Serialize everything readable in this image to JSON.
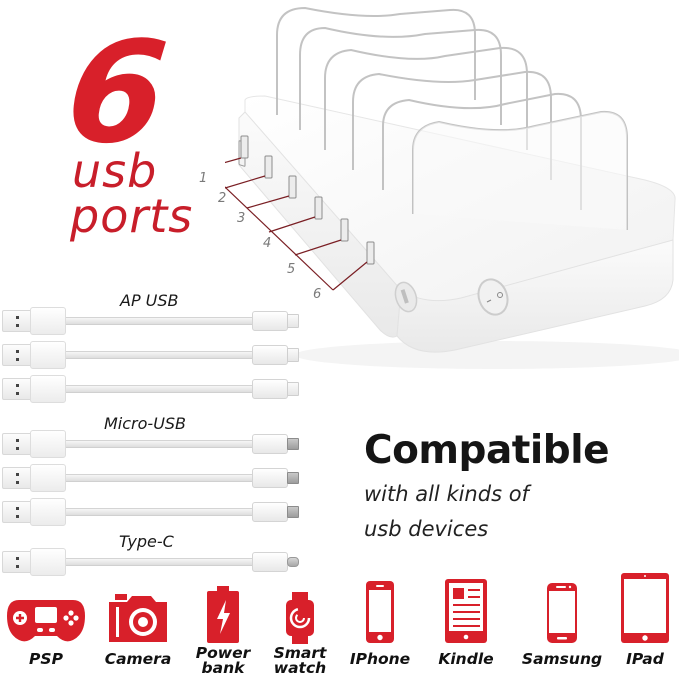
{
  "headline": {
    "number": "6",
    "line1": "usb",
    "line2": "ports"
  },
  "dock": {
    "port_labels": [
      "1",
      "2",
      "3",
      "4",
      "5",
      "6"
    ],
    "slots": 6
  },
  "cables": {
    "groups": [
      {
        "label": "AP USB",
        "connector": "lightning",
        "count": 3
      },
      {
        "label": "Micro-USB",
        "connector": "micro",
        "count": 3
      },
      {
        "label": "Type-C",
        "connector": "typec",
        "count": 1
      }
    ]
  },
  "compatible": {
    "title": "Compatible",
    "subtitle_line1": "with all kinds of",
    "subtitle_line2": "usb devices"
  },
  "devices": [
    {
      "label": "PSP",
      "icon": "gamepad-icon"
    },
    {
      "label": "Camera",
      "icon": "camera-icon"
    },
    {
      "label_line1": "Power",
      "label_line2": "bank",
      "icon": "battery-bolt-icon"
    },
    {
      "label_line1": "Smart",
      "label_line2": "watch",
      "icon": "smartwatch-icon"
    },
    {
      "label": "IPhone",
      "icon": "iphone-icon"
    },
    {
      "label": "Kindle",
      "icon": "ereader-icon"
    },
    {
      "label": "Samsung",
      "icon": "android-phone-icon"
    },
    {
      "label": "IPad",
      "icon": "tablet-icon"
    }
  ],
  "colors": {
    "accent_red": "#d8202a",
    "leader_line": "#7a1f24",
    "text_dark": "#151515"
  }
}
